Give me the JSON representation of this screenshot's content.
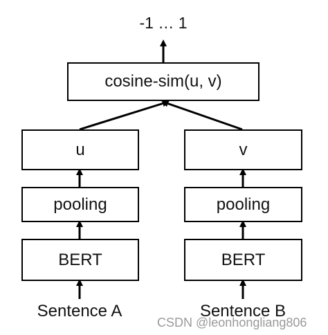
{
  "output_range": "-1 … 1",
  "similarity_label": "cosine-sim(u, v)",
  "left_branch": {
    "vector_label": "u",
    "pooling_label": "pooling",
    "encoder_label": "BERT",
    "input_label": "Sentence A"
  },
  "right_branch": {
    "vector_label": "v",
    "pooling_label": "pooling",
    "encoder_label": "BERT",
    "input_label": "Sentence B"
  },
  "watermark": "CSDN @leonhongliang806",
  "colors": {
    "stroke": "#000000",
    "watermark": "#9a9a9a"
  }
}
